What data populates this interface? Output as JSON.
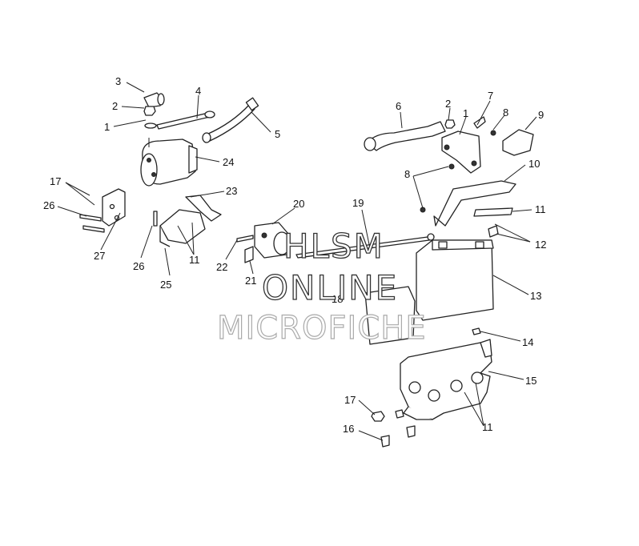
{
  "callouts": {
    "c1": "1",
    "c2": "2",
    "c3": "3",
    "c4": "4",
    "c5": "5",
    "c6": "6",
    "c7": "7",
    "c8": "8",
    "c9": "9",
    "c10": "10",
    "c11": "11",
    "c12": "12",
    "c13": "13",
    "c14": "14",
    "c15": "15",
    "c16": "16",
    "c17": "17",
    "c18": "18",
    "c19": "19",
    "c20": "20",
    "c21": "21",
    "c22": "22",
    "c23": "23",
    "c24": "24",
    "c25": "25",
    "c26": "26",
    "c27": "27"
  },
  "watermark": {
    "line1": "HLSM",
    "line2": "ONLINE",
    "line3": "MICROFICHE"
  }
}
